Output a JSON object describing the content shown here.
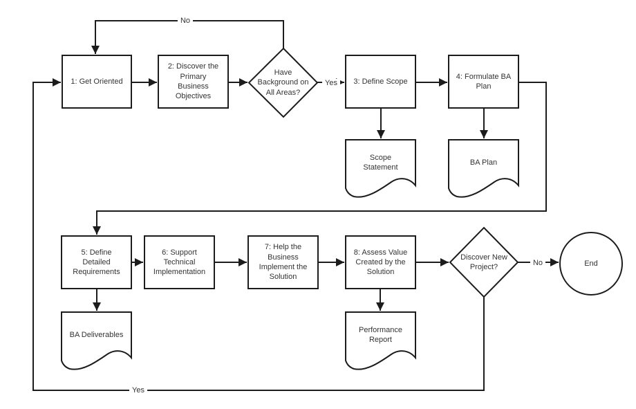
{
  "diagram": {
    "type": "flowchart",
    "colors": {
      "line": "#1c1c1c",
      "fill": "#ffffff",
      "text": "#333333",
      "background": "#ffffff"
    },
    "nodes": {
      "step1": {
        "shape": "process",
        "label": "1: Get Oriented"
      },
      "step2": {
        "shape": "process",
        "label": "2: Discover the\nPrimary\nBusiness\nObjectives"
      },
      "decision_background": {
        "shape": "decision",
        "label": "Have\nBackground on\nAll Areas?"
      },
      "step3": {
        "shape": "process",
        "label": "3: Define Scope"
      },
      "step4": {
        "shape": "process",
        "label": "4: Formulate BA\nPlan"
      },
      "doc_scope_statement": {
        "shape": "document",
        "label": "Scope\nStatement"
      },
      "doc_ba_plan": {
        "shape": "document",
        "label": "BA Plan"
      },
      "step5": {
        "shape": "process",
        "label": "5: Define\nDetailed\nRequirements"
      },
      "step6": {
        "shape": "process",
        "label": "6: Support\nTechnical\nImplementation"
      },
      "step7": {
        "shape": "process",
        "label": "7: Help the\nBusiness\nImplement the\nSolution"
      },
      "step8": {
        "shape": "process",
        "label": "8: Assess Value\nCreated by the\nSolution"
      },
      "decision_new_project": {
        "shape": "decision",
        "label": "Discover New\nProject?"
      },
      "end": {
        "shape": "terminator",
        "label": "End"
      },
      "doc_ba_deliverables": {
        "shape": "document",
        "label": "BA Deliverables"
      },
      "doc_performance_report": {
        "shape": "document",
        "label": "Performance\nReport"
      }
    },
    "edge_labels": {
      "no_background": "No",
      "yes_background": "Yes",
      "no_new_project": "No",
      "yes_new_project": "Yes"
    }
  }
}
